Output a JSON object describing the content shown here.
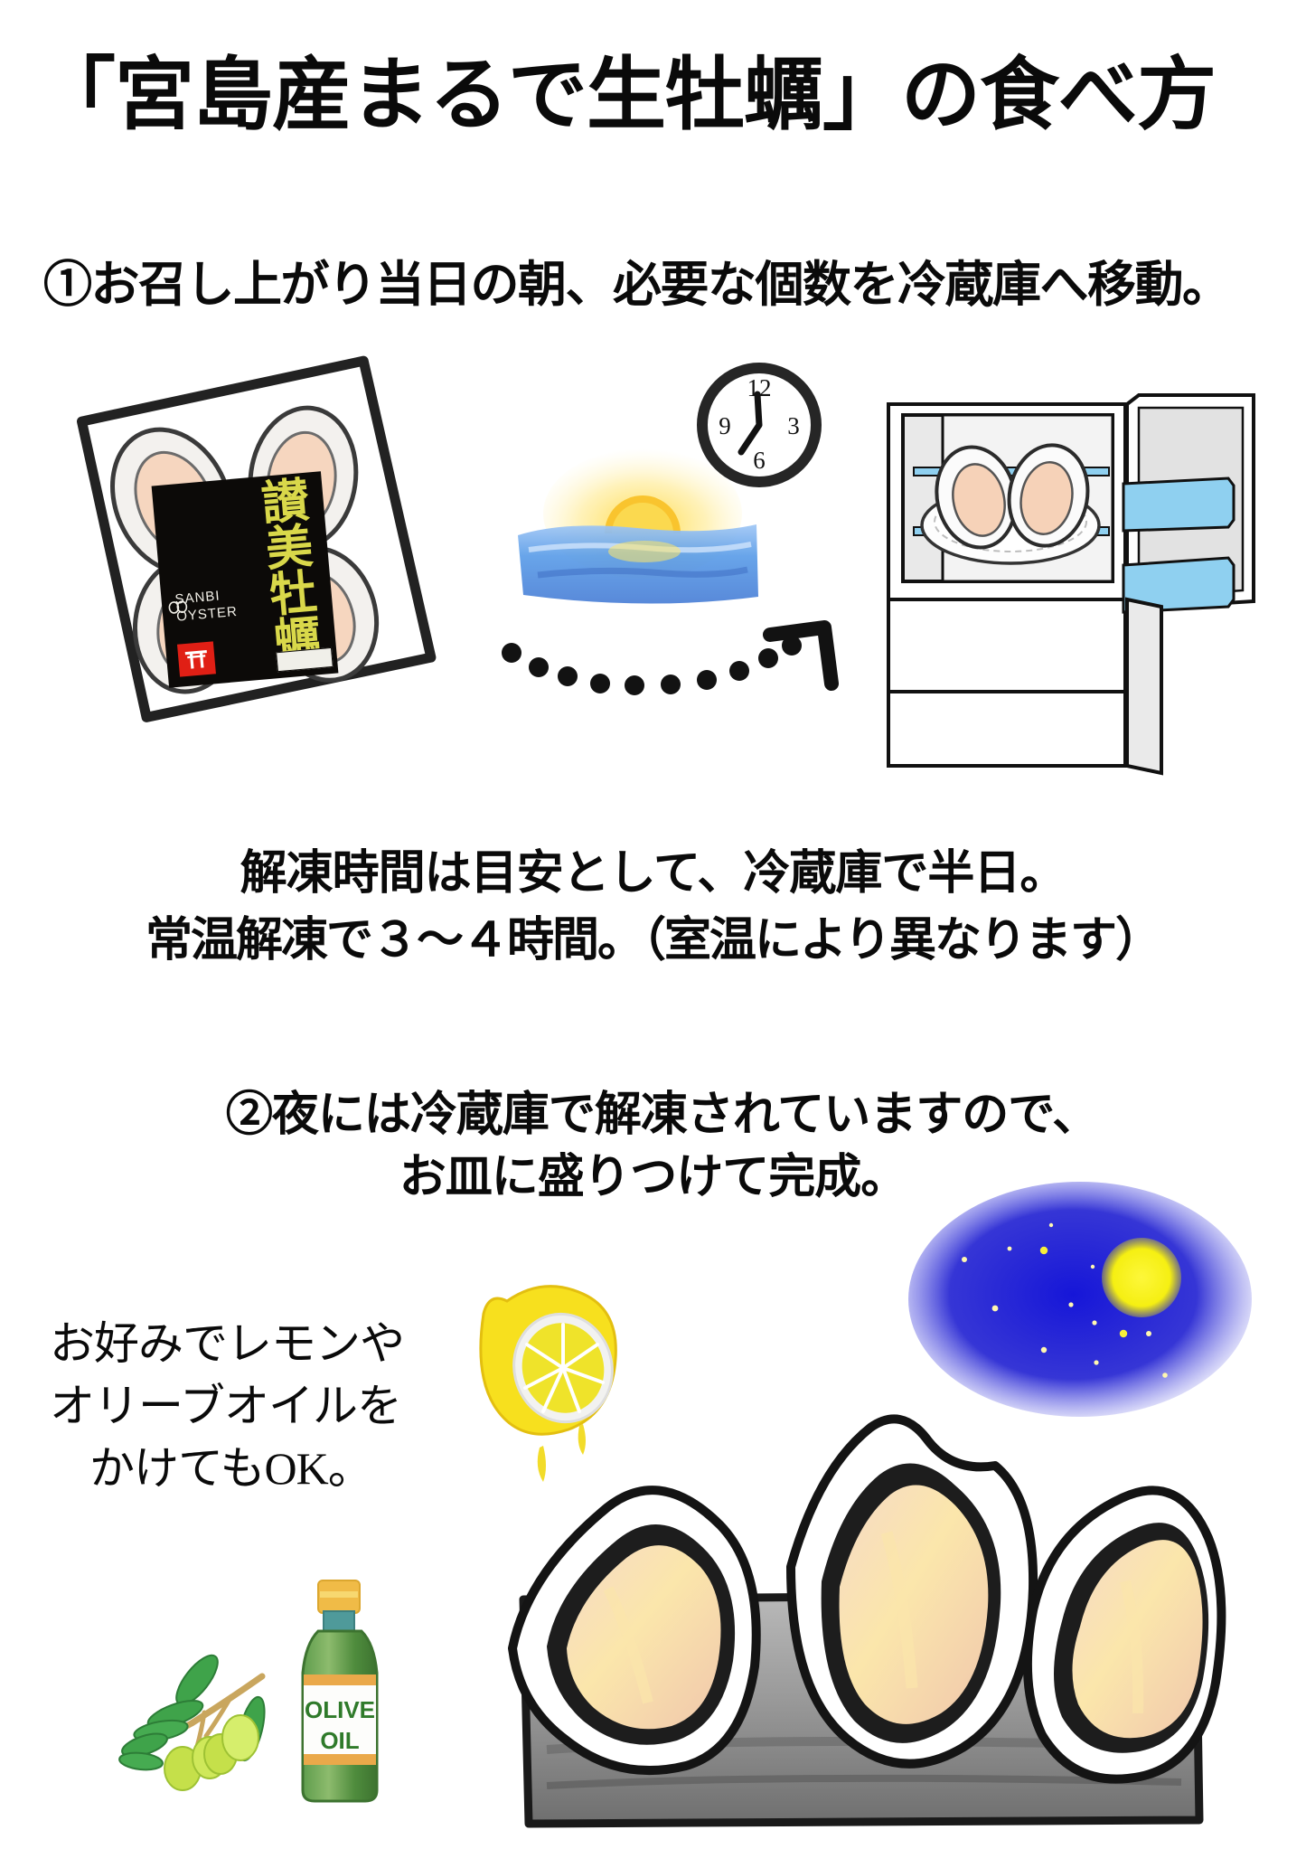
{
  "document": {
    "title": "「宮島産まるで生牡蠣」の食べ方",
    "background_color": "#ffffff",
    "text_color": "#0a0a0a"
  },
  "step1": {
    "instruction": "①お召し上がり当日の朝、必要な個数を冷蔵庫へ移動。",
    "note_line1": "解凍時間は目安として、冷蔵庫で半日。",
    "note_line2": "常温解凍で３〜４時間。（室温により異なります）"
  },
  "step2": {
    "instruction_line1": "②夜には冷蔵庫で解凍されていますので、",
    "instruction_line2": "お皿に盛りつけて完成。",
    "option_line1": "お好みでレモンや",
    "option_line2": "オリーブオイルを",
    "option_line3": "かけてもOK。"
  },
  "package": {
    "brand_kanji_1": "讃",
    "brand_kanji_2": "美",
    "brand_kanji_3": "牡",
    "brand_kanji_4": "蠣",
    "brand_roman_line1": "SANBI",
    "brand_roman_line2": "OYSTER",
    "torii_badge": "⛩",
    "label_bg": "#0c0a08",
    "label_text_color": "#d9d84a",
    "torii_bg": "#e01f15"
  },
  "clock": {
    "mark_12": "12",
    "mark_3": "3",
    "mark_6": "6",
    "mark_9": "9"
  },
  "fridge": {
    "door_shelf_color": "#8fd0f0",
    "body_color": "#e6e6e6"
  },
  "olive_oil": {
    "label_line1": "OLIVE",
    "label_line2": "OIL",
    "bottle_color": "#4d8a3c",
    "cap_color": "#f0c24a",
    "label_color": "#2f7a2a"
  },
  "night_sky": {
    "sky_color": "#1a1ad0",
    "moon_color": "#f5f019"
  },
  "palette": {
    "oyster_flesh": "#f3cdb4",
    "oyster_flesh_highlight": "#fae0a8",
    "slate_plate": "#8a8a8a",
    "lemon": "#f7e01e",
    "sea": "#5b9de8",
    "sun": "#f9c42e"
  }
}
